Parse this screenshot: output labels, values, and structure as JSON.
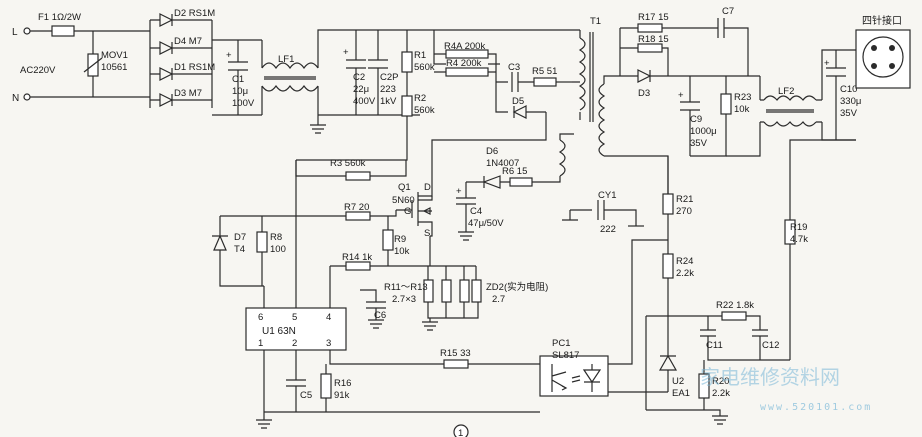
{
  "input": {
    "L": "L",
    "N": "N",
    "ac": "AC220V"
  },
  "parts": {
    "F1": "F1 1Ω/2W",
    "MOV1": "MOV1",
    "MOV1v": "10561",
    "D2": "D2 RS1M",
    "D4": "D4 M7",
    "D1": "D1 RS1M",
    "D3a": "D3 M7",
    "LF1": "LF1",
    "C1": [
      "C1",
      "10μ",
      "100V"
    ],
    "C2": [
      "C2",
      "22μ",
      "400V"
    ],
    "C2P": [
      "C2P",
      "223",
      "1kV"
    ],
    "R1": [
      "R1",
      "560k"
    ],
    "R2": [
      "R2",
      "560k"
    ],
    "R4A": "R4A 200k",
    "R4": "R4 200k",
    "C3": "C3",
    "R5": "R5 51",
    "D5": "D5",
    "T1": "T1",
    "R17": "R17 15",
    "R18": "R18 15",
    "C7": "C7",
    "D3": "D3",
    "C9": [
      "C9",
      "1000μ",
      "35V"
    ],
    "R23": [
      "R23",
      "10k"
    ],
    "LF2": "LF2",
    "C10": [
      "C10",
      "330μ",
      "35V"
    ],
    "conn": "四针接口",
    "D6": [
      "D6",
      "1N4007"
    ],
    "R6": "R6 15",
    "R3": "R3 560k",
    "Q1": [
      "Q1",
      "5N60"
    ],
    "D": "D",
    "G": "G",
    "S": "S",
    "C4": "C4",
    "C4v": "47μ/50V",
    "CY1": [
      "CY1",
      "222"
    ],
    "R21": [
      "R21",
      "270"
    ],
    "R19": [
      "R19",
      "4.7k"
    ],
    "R7": "R7 20",
    "D7": [
      "D7",
      "T4"
    ],
    "R8": [
      "R8",
      "100"
    ],
    "R9": [
      "R9",
      "10k"
    ],
    "R14": "R14 1k",
    "R11": "R11～R13",
    "R11v": "2.7×3",
    "ZD2": "ZD2(实为电阻)",
    "ZD2v": "2.7",
    "C6": "C6",
    "U1": "U1 63N",
    "pins": [
      "6",
      "5",
      "4",
      "1",
      "2",
      "3"
    ],
    "R24": [
      "R24",
      "2.2k"
    ],
    "R22": "R22 1.8k",
    "C11": "C11",
    "C12": "C12",
    "PC1": [
      "PC1",
      "SL817"
    ],
    "R15": "R15 33",
    "U2": [
      "U2",
      "EA1"
    ],
    "R20": [
      "R20",
      "2.2k"
    ],
    "C5": "C5",
    "R16": [
      "R16",
      "91k"
    ]
  },
  "figure_number": "1",
  "watermark": {
    "cn": "家电维修资料网",
    "url": "www.520101.com"
  }
}
